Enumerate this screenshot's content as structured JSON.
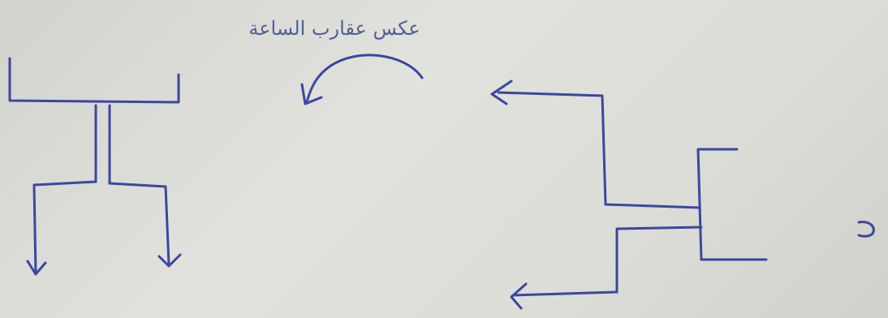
{
  "diagram": {
    "annotation_text": "عكس عقارب الساعة",
    "ink_color": "#3b47a0",
    "paper_color": "#dcddd7"
  },
  "shapes": [
    {
      "name": "left-tree-structure",
      "description_icon": "branching-arrows-down-icon"
    },
    {
      "name": "rotation-arrow",
      "description_icon": "counterclockwise-arrow-icon"
    },
    {
      "name": "right-tree-structure",
      "description_icon": "branching-arrows-left-icon"
    }
  ]
}
